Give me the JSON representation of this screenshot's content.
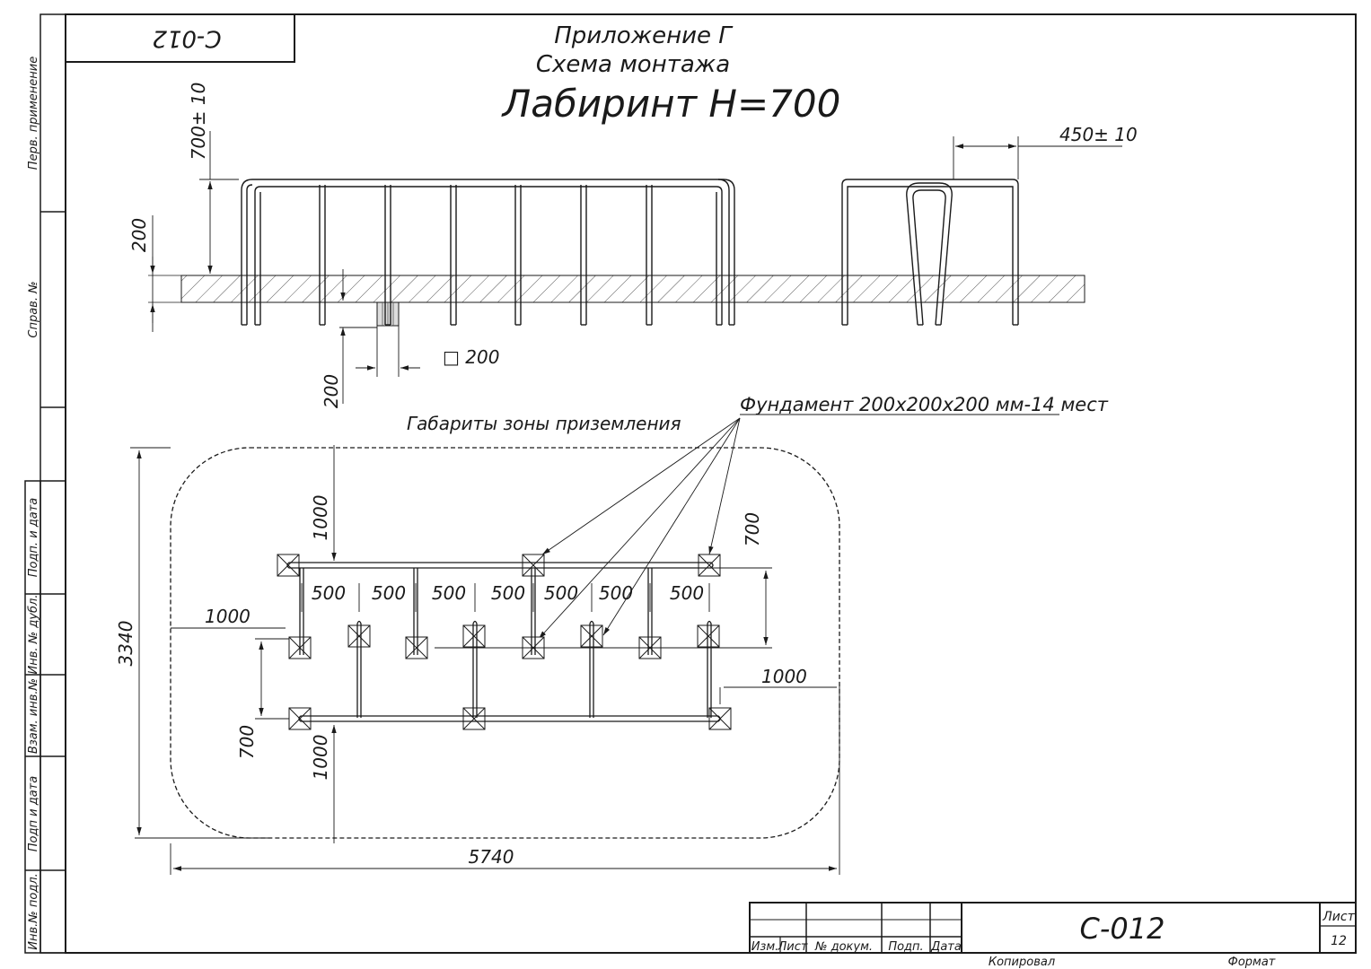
{
  "stamp": {
    "rotated_code": "C-012"
  },
  "heading": {
    "line1": "Приложение Г",
    "line2": "Схема монтажа",
    "line3": "Лабиринт H=700"
  },
  "elevation": {
    "dim_height": "700± 10",
    "dim_ground": "200",
    "dim_depth": "200",
    "dim_square": "□ 200",
    "dim_width": "450± 10"
  },
  "plan": {
    "zone_label": "Габариты зоны приземления",
    "foundation_label": "Фундамент 200x200x200 мм-14 мест",
    "dim_total_height": "3340",
    "dim_total_width": "5740",
    "dim_top_margin": "1000",
    "dim_bottom_margin": "1000",
    "dim_left_margin": "1000",
    "dim_right_margin": "1000",
    "dim_row_gap_right": "700",
    "dim_row_gap_left": "700",
    "spacings": [
      "500",
      "500",
      "500",
      "500",
      "500",
      "500",
      "500"
    ]
  },
  "side_labels": [
    "Перв. применение",
    "Справ. №",
    "Подп. и дата",
    "Инв. № дубл.",
    "Взам. инв.№",
    "Подп и дата",
    "Инв.№ подл."
  ],
  "title_block": {
    "headers": [
      "Изм.",
      "Лист",
      "№ докум.",
      "Подп.",
      "Дата"
    ],
    "code": "C-012",
    "sheet_label": "Лист",
    "sheet_number": "12",
    "copied": "Копировал",
    "format": "Формат"
  }
}
